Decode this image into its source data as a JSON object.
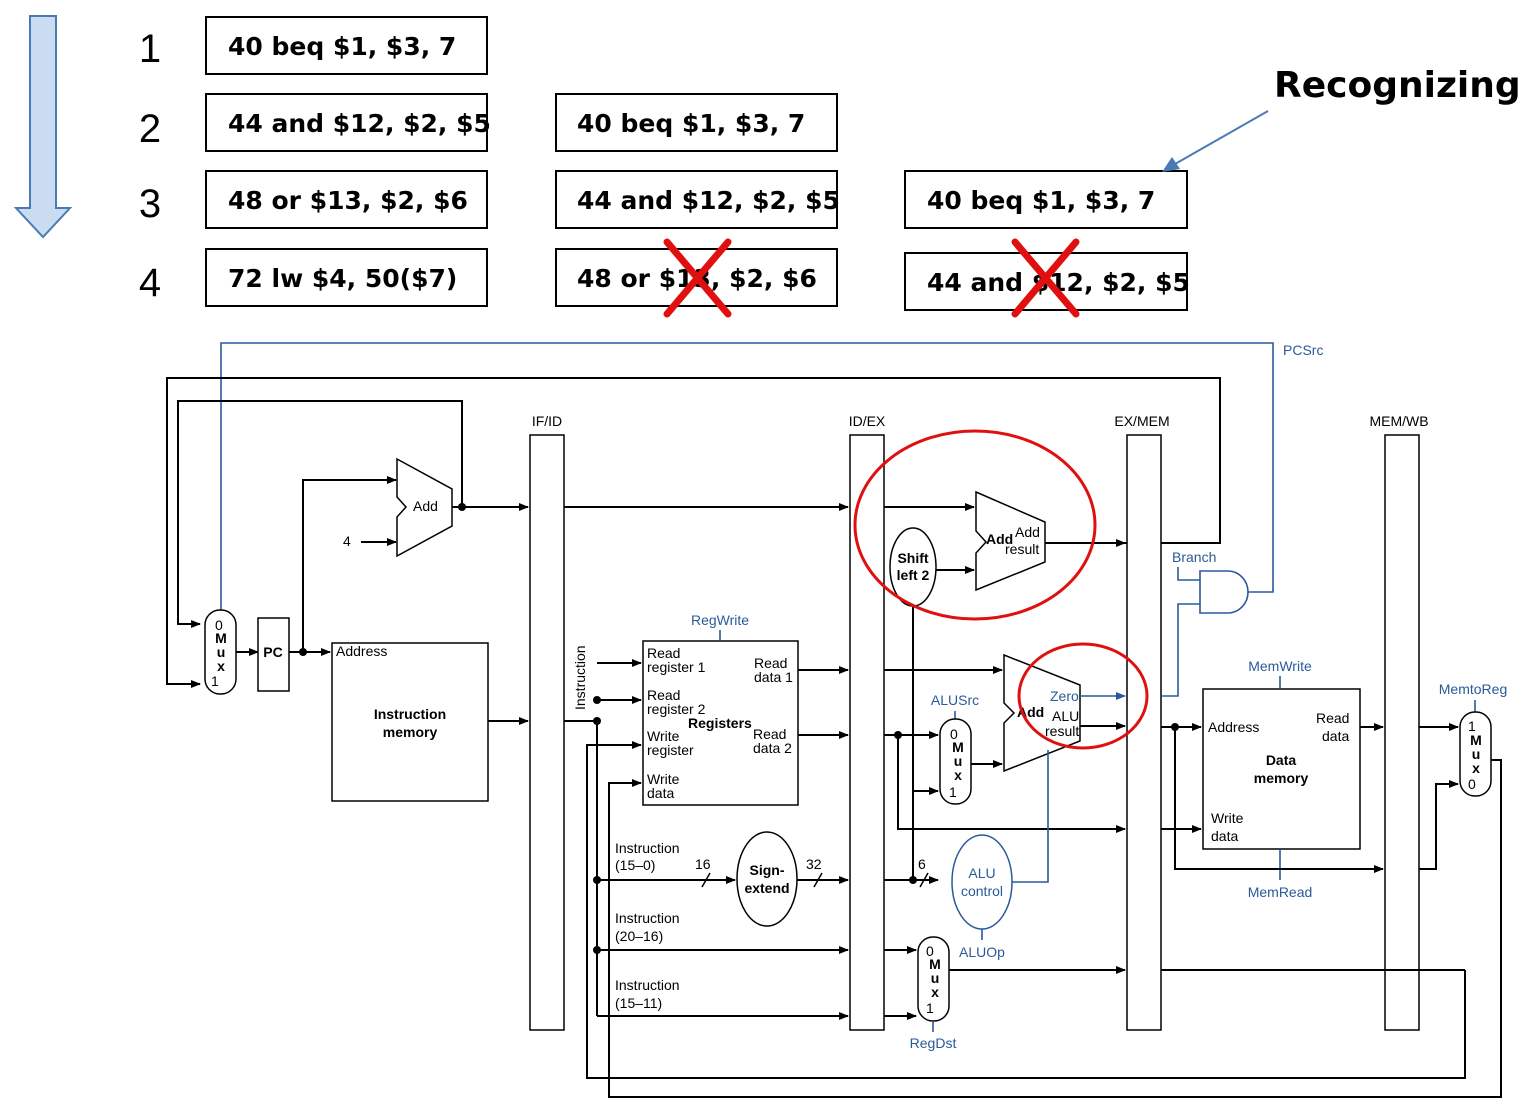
{
  "cycles": [
    "1",
    "2",
    "3",
    "4"
  ],
  "stage_columns": [
    [
      "40 beq $1, $3, 7",
      "44 and $12, $2, $5",
      "48 or $13, $2, $6",
      "72 lw $4, 50($7)"
    ],
    [
      "40 beq $1, $3, 7",
      "44 and $12, $2, $5",
      "48 or $13, $2, $6"
    ],
    [
      "40 beq $1, $3, 7",
      "44 and $12, $2, $5"
    ]
  ],
  "annotation": "Recognizing",
  "datapath": {
    "pipeline_registers": [
      "IF/ID",
      "ID/EX",
      "EX/MEM",
      "MEM/WB"
    ],
    "control_signals": {
      "pcsrc": "PCSrc",
      "branch": "Branch",
      "regwrite": "RegWrite",
      "alusrc": "ALUSrc",
      "memwrite": "MemWrite",
      "memread": "MemRead",
      "memtoreg": "MemtoReg",
      "aluop": "ALUOp",
      "regdst": "RegDst"
    },
    "pc": "PC",
    "four": "4",
    "add": "Add",
    "add_result": [
      "Add",
      "result"
    ],
    "shift_left": [
      "Shift",
      "left 2"
    ],
    "mux": [
      "M",
      "u",
      "x"
    ],
    "mux_bits": [
      "0",
      "1"
    ],
    "instruction_memory": {
      "address": "Address",
      "title": [
        "Instruction",
        "memory"
      ]
    },
    "instruction_bus": "Instruction",
    "registers": {
      "read_register_1": [
        "Read",
        "register 1"
      ],
      "read_register_2": [
        "Read",
        "register 2"
      ],
      "write_register": [
        "Write",
        "register"
      ],
      "write_data": [
        "Write",
        "data"
      ],
      "read_data_1": [
        "Read",
        "data 1"
      ],
      "read_data_2": [
        "Read",
        "data 2"
      ],
      "title": "Registers"
    },
    "alu": {
      "zero": "Zero",
      "alu_result": [
        "ALU",
        "result"
      ]
    },
    "data_memory": {
      "address": "Address",
      "read_data": [
        "Read",
        "data"
      ],
      "write_data": [
        "Write",
        "data"
      ],
      "title": [
        "Data",
        "memory"
      ]
    },
    "sign_extend": [
      "Sign-",
      "extend"
    ],
    "alu_control": [
      "ALU",
      "control"
    ],
    "instr_15_0": [
      "Instruction",
      "(15–0)"
    ],
    "instr_20_16": [
      "Instruction",
      "(20–16)"
    ],
    "instr_15_11": [
      "Instruction",
      "(15–11)"
    ],
    "bits_16": "16",
    "bits_32": "32",
    "bits_6": "6"
  },
  "colors": {
    "arrow_fill": "#c9dcf0",
    "arrow_stroke": "#4a7ab5",
    "control": "#2a5a9a",
    "highlight": "#e01010"
  }
}
